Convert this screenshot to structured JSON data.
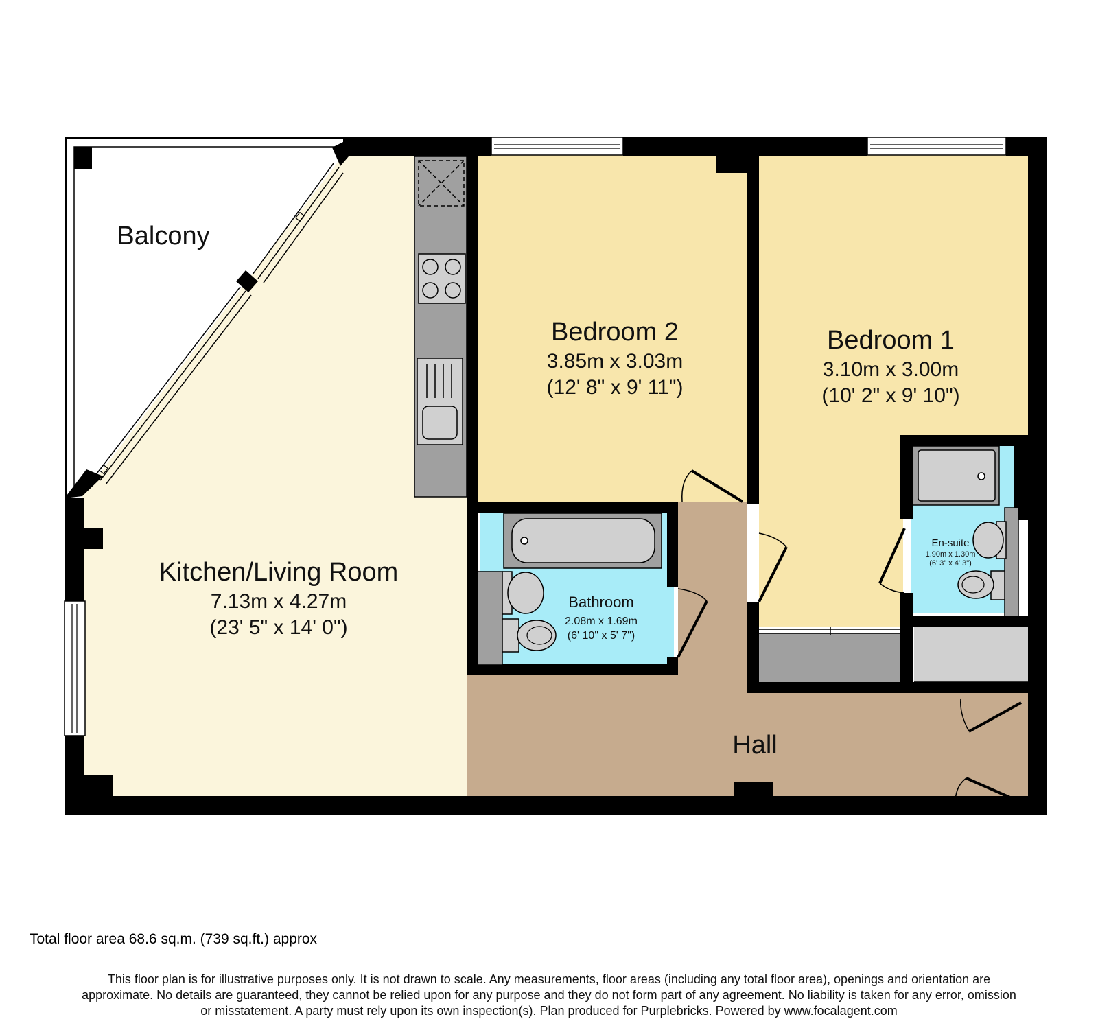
{
  "rooms": {
    "balcony": {
      "name": "Balcony"
    },
    "kitchen": {
      "name": "Kitchen/Living Room",
      "metric": "7.13m x 4.27m",
      "imperial": "(23' 5\" x 14' 0\")"
    },
    "bedroom2": {
      "name": "Bedroom 2",
      "metric": "3.85m x 3.03m",
      "imperial": "(12' 8\" x 9' 11\")"
    },
    "bedroom1": {
      "name": "Bedroom 1",
      "metric": "3.10m x 3.00m",
      "imperial": "(10' 2\" x 9' 10\")"
    },
    "bathroom": {
      "name": "Bathroom",
      "metric": "2.08m x 1.69m",
      "imperial": "(6' 10\" x 5' 7\")"
    },
    "ensuite": {
      "name": "En-suite",
      "metric": "1.90m x 1.30m",
      "imperial": "(6' 3\" x 4' 3\")"
    },
    "hall": {
      "name": "Hall"
    }
  },
  "footer": {
    "total_area": "Total floor area 68.6 sq.m. (739 sq.ft.) approx",
    "disclaimer_1": "This floor plan is for illustrative purposes only. It is not drawn to scale. Any measurements, floor areas (including any total floor area), openings and orientation are",
    "disclaimer_2": "approximate. No details are guaranteed, they cannot be relied upon for any purpose and they do not form part of any agreement. No liability is taken for any error, omission",
    "disclaimer_3": "or misstatement. A party must rely upon its own inspection(s). Plan produced for Purplebricks. Powered by www.focalagent.com"
  },
  "colors": {
    "wall": "#000000",
    "kitchen_floor": "#fbf5dc",
    "bedroom_floor": "#f8e6ac",
    "wet_room_floor": "#a8ecf8",
    "hall_floor": "#c6ab8e",
    "fitting_gray": "#a0a0a0",
    "fixture_light": "#d0d0d0"
  }
}
